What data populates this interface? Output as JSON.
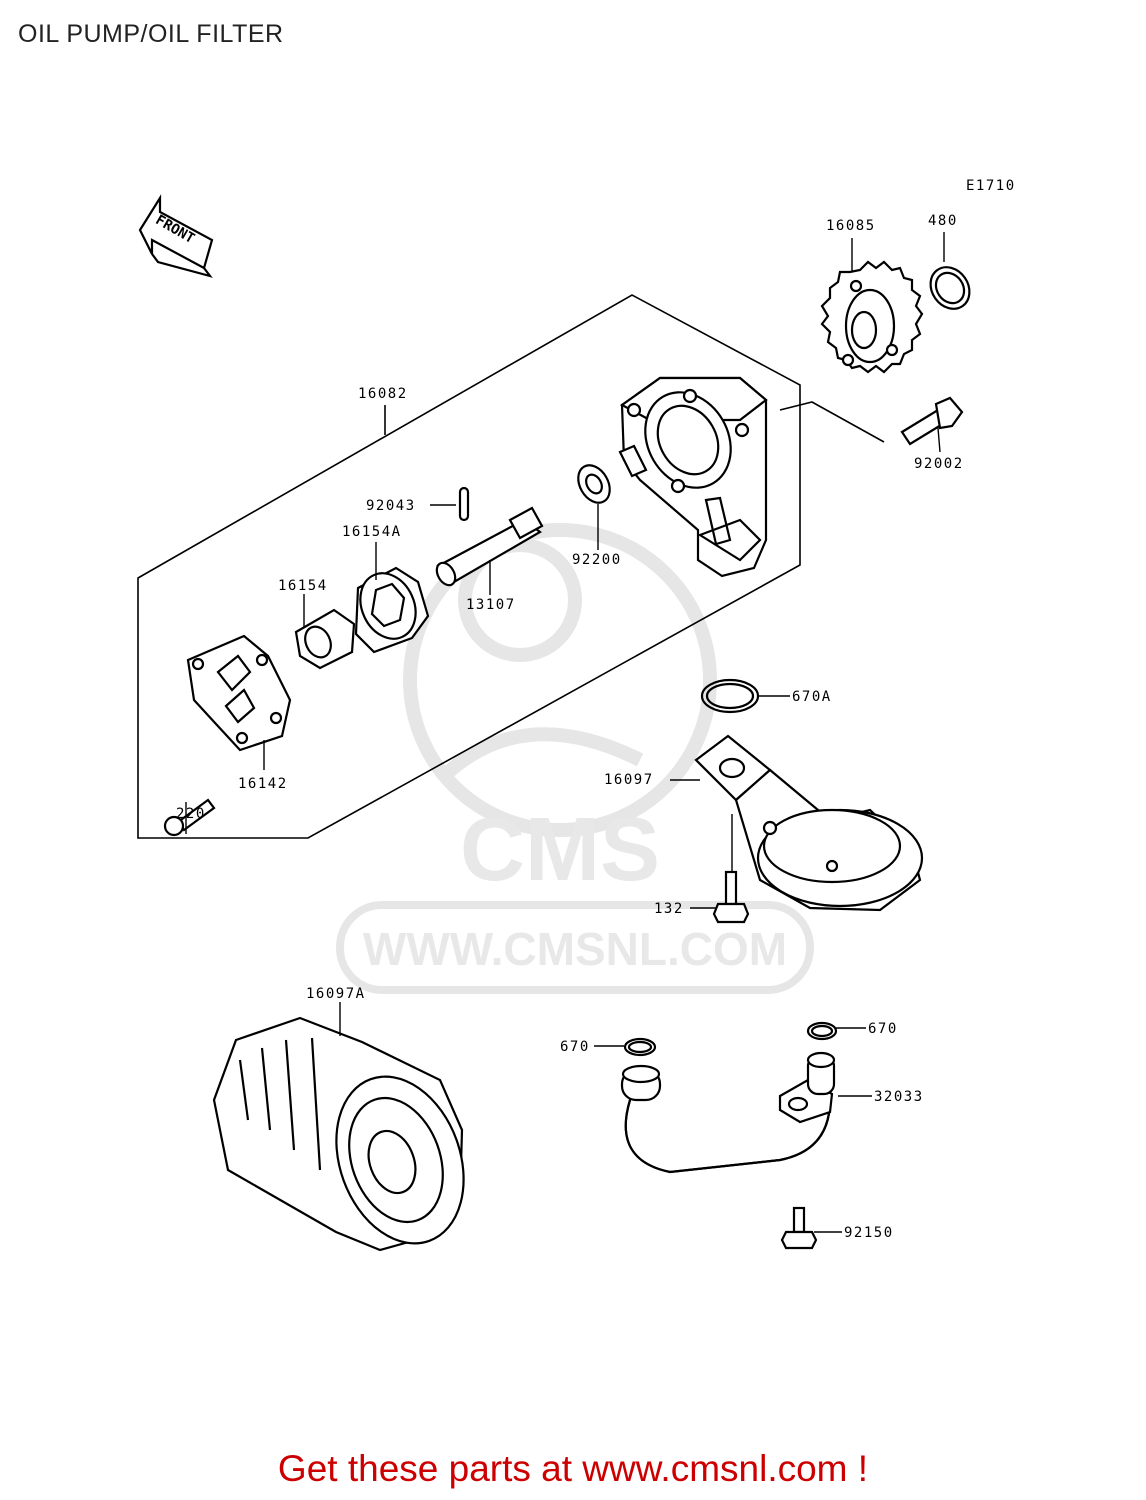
{
  "page": {
    "title": "OIL PUMP/OIL FILTER",
    "cta": "Get these parts at www.cmsnl.com !"
  },
  "diagram": {
    "code": "E1710",
    "front_label": "FRONT",
    "watermark_brand": "CMS",
    "watermark_url": "WWW.CMSNL.COM",
    "parts": {
      "p16085": "16085",
      "p480": "480",
      "p16082": "16082",
      "p92002": "92002",
      "p92043": "92043",
      "p16154A": "16154A",
      "p92200": "92200",
      "p16154": "16154",
      "p13107": "13107",
      "p16142": "16142",
      "p220": "220",
      "p670A": "670A",
      "p16097": "16097",
      "p132": "132",
      "p16097A": "16097A",
      "p670_right": "670",
      "p670_left": "670",
      "p32033": "32033",
      "p92150": "92150"
    }
  }
}
